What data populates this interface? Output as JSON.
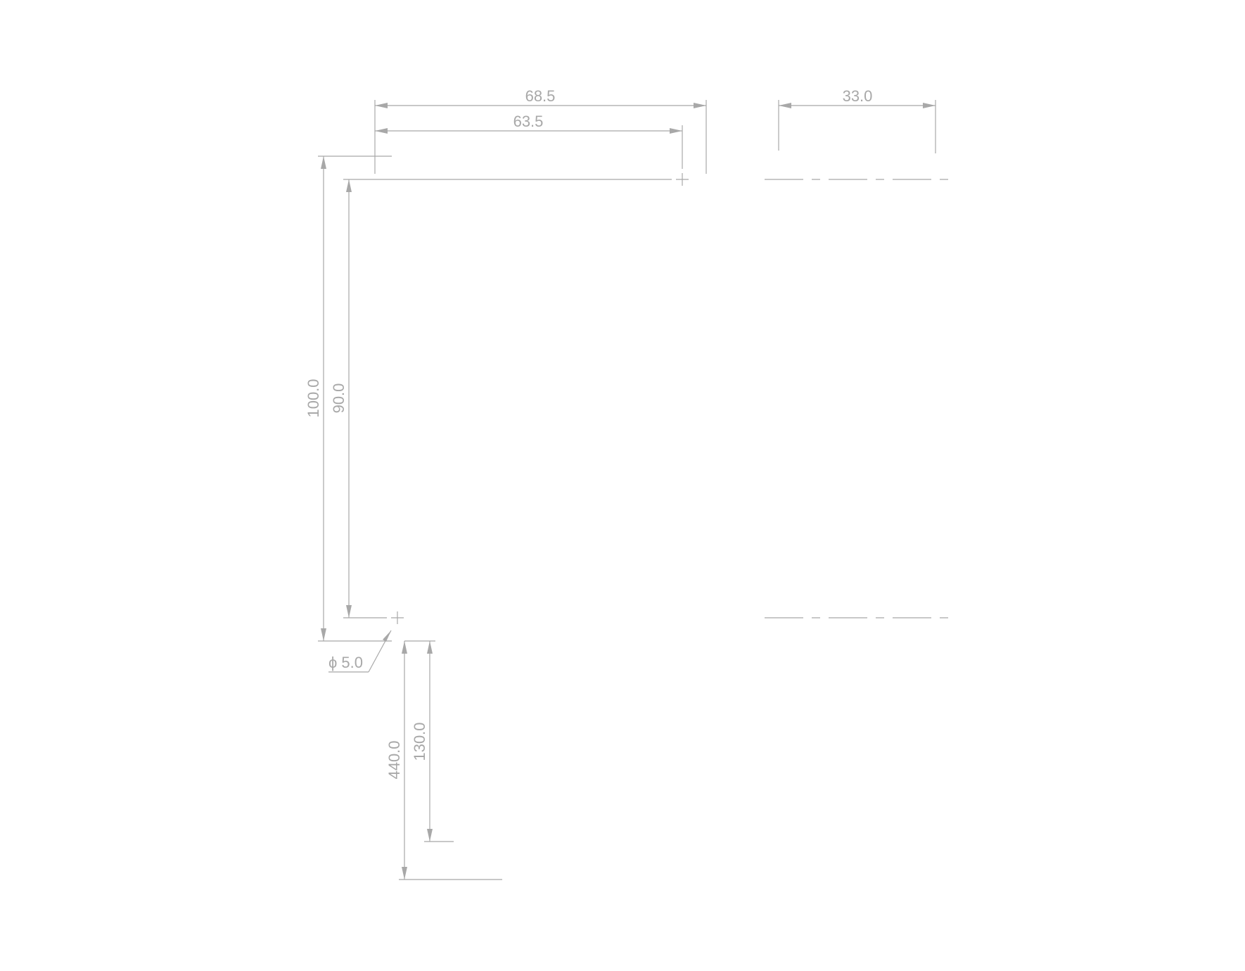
{
  "dimensions": {
    "top_width_outer": "68.5",
    "top_width_inner": "63.5",
    "side_width": "33.0",
    "height_outer": "100.0",
    "height_inner": "90.0",
    "hole_diameter": "ϕ 5.0",
    "lower_height_long": "440.0",
    "lower_height_short": "130.0"
  },
  "colors": {
    "line": "#a8a8a8",
    "background": "#ffffff"
  }
}
